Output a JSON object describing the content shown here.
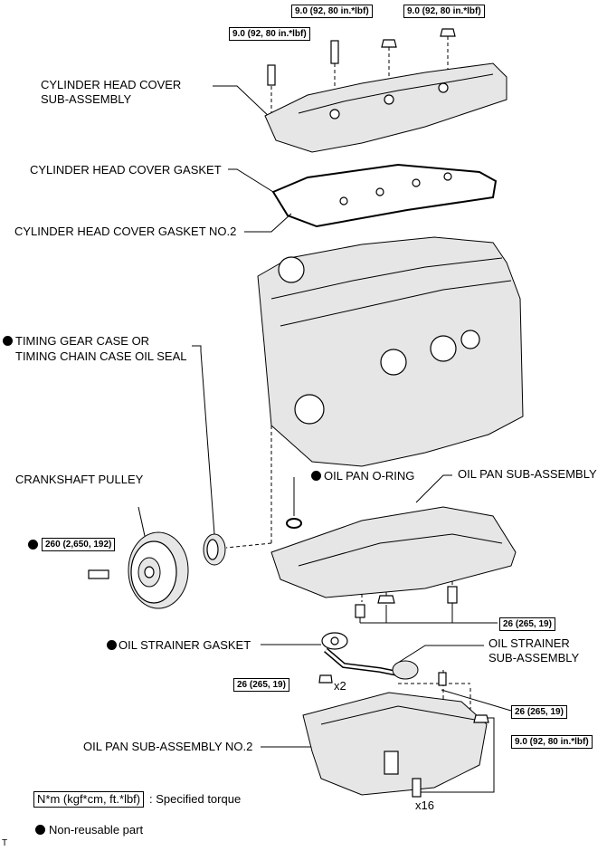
{
  "torque": {
    "t1": "9.0 (92, 80 in.*lbf)",
    "t2": "9.0 (92, 80 in.*lbf)",
    "t3": "9.0 (92, 80 in.*lbf)",
    "pulley": "260 (2,650, 192)",
    "oil_pan": "26 (265, 19)",
    "strainer_left": "26 (265, 19)",
    "strainer_right": "26 (265, 19)",
    "oil_pan_no2": "9.0 (92, 80 in.*lbf)"
  },
  "labels": {
    "head_cover_1": "CYLINDER HEAD COVER",
    "head_cover_2": "SUB-ASSEMBLY",
    "head_cover_gasket": "CYLINDER HEAD COVER GASKET",
    "head_cover_gasket_no2": "CYLINDER HEAD COVER GASKET NO.2",
    "timing_seal_1": "TIMING GEAR CASE OR",
    "timing_seal_2": "TIMING CHAIN CASE OIL SEAL",
    "crankshaft_pulley": "CRANKSHAFT PULLEY",
    "oil_pan_oring": "OIL PAN O-RING",
    "oil_pan_sub": "OIL PAN SUB-ASSEMBLY",
    "strainer_gasket": "OIL STRAINER GASKET",
    "strainer_sub_1": "OIL STRAINER",
    "strainer_sub_2": "SUB-ASSEMBLY",
    "oil_pan_no2": "OIL PAN SUB-ASSEMBLY NO.2",
    "qty_x2": "x2",
    "qty_x16": "x16"
  },
  "legend": {
    "torque_unit": "N*m (kgf*cm, ft.*lbf)",
    "torque_desc": ": Specified torque",
    "nonreusable": "Non-reusable part",
    "corner_mark": "T"
  }
}
